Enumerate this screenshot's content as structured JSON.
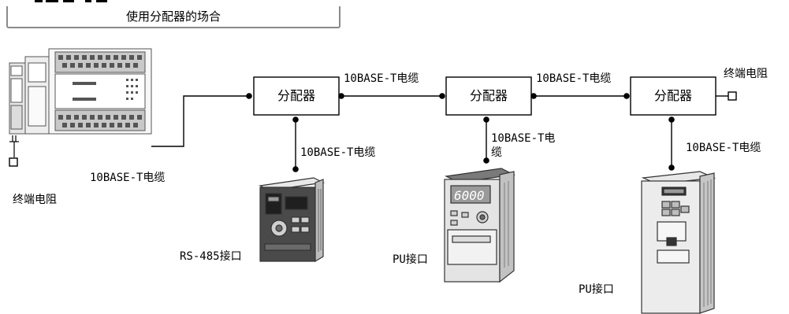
{
  "header": {
    "title": "使用分配器的场合"
  },
  "distributors": [
    {
      "label": "分配器"
    },
    {
      "label": "分配器"
    },
    {
      "label": "分配器"
    }
  ],
  "cables": {
    "plc_to_d1": "10BASE-T电缆",
    "d1_to_d2": "10BASE-T电缆",
    "d2_to_d3": "10BASE-T电缆",
    "d1_down": "10BASE-T电缆",
    "d2_down_line1": "10BASE-T电",
    "d2_down_line2": "缆",
    "d3_down": "10BASE-T电缆"
  },
  "terminators": {
    "left": "终端电阻",
    "right": "终端电阻"
  },
  "ports": {
    "inverter1": "RS-485接口",
    "inverter2": "PU接口",
    "inverter3": "PU接口"
  },
  "inverter2_display": "6000"
}
